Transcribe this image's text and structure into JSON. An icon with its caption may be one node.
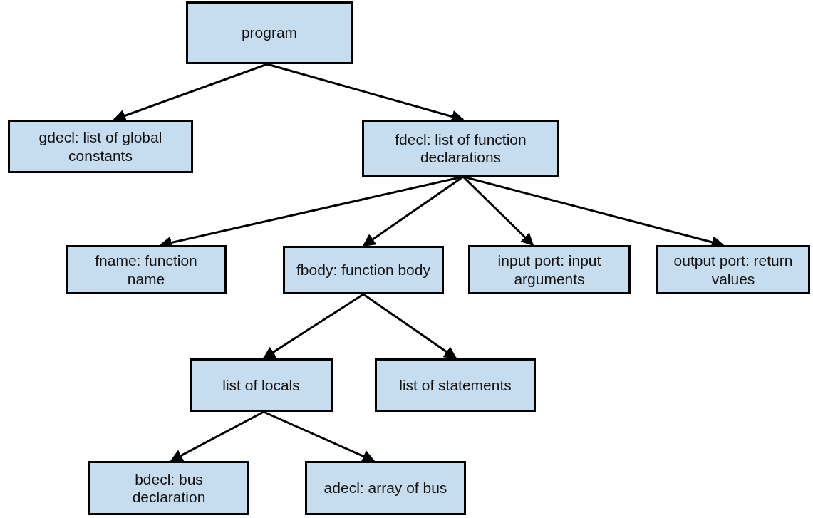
{
  "diagram": {
    "nodes": [
      {
        "text": [
          "program"
        ]
      },
      {
        "text": [
          "gdecl: list of global constants"
        ]
      },
      {
        "text": [
          "fdecl: list of function declarations"
        ]
      },
      {
        "text": [
          "fname: function name"
        ]
      },
      {
        "text": [
          "fbody: function body"
        ]
      },
      {
        "text": [
          "input port: input arguments"
        ]
      },
      {
        "text": [
          "output port: return values"
        ]
      },
      {
        "text": [
          "list of locals"
        ]
      },
      {
        "text": [
          "list of statements"
        ]
      },
      {
        "text": [
          "bdecl: bus declaration"
        ]
      },
      {
        "text": [
          "adecl: array of bus"
        ]
      }
    ],
    "edges": [
      {
        "from": 0,
        "to": 1,
        "arrow": "to"
      },
      {
        "from": 0,
        "to": 2,
        "arrow": "to"
      },
      {
        "from": 2,
        "to": 3,
        "arrow": "to"
      },
      {
        "from": 2,
        "to": 4,
        "arrow": "to"
      },
      {
        "from": 2,
        "to": 5,
        "arrow": "to"
      },
      {
        "from": 2,
        "to": 6,
        "arrow": "to"
      },
      {
        "from": 4,
        "to": 7,
        "arrow": "to"
      },
      {
        "from": 4,
        "to": 8,
        "arrow": "to"
      },
      {
        "from": 7,
        "to": 9,
        "arrow": "to"
      },
      {
        "from": 7,
        "to": 10,
        "arrow": "to"
      }
    ]
  }
}
